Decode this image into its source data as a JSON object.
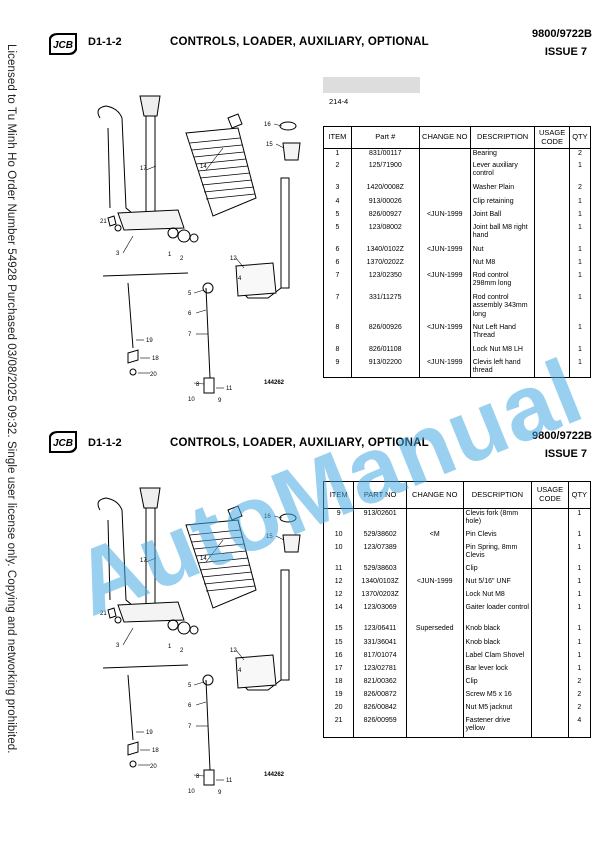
{
  "license_notice": "Licensed to Tu Minh Ho  Order Number 54928  Purchased 03/08/2025 09:32. Single user license only.  Copying and networking prohibited.",
  "watermark": "AutoManual",
  "colors": {
    "watermark": "#46aae1",
    "bar": "#dddddd"
  },
  "top": {
    "logo": "JCB",
    "section": "D1-1-2",
    "title": "CONTROLS, LOADER, AUXILIARY, OPTIONAL",
    "doc_number": "9800/9722B",
    "issue": "ISSUE 7",
    "ref": "214-4",
    "figure_id": "144262",
    "headers": {
      "item": "ITEM",
      "part": "Part #",
      "change": "CHANGE NO",
      "desc": "DESCRIPTION",
      "usage": "USAGE CODE",
      "qty": "QTY"
    },
    "rows": [
      {
        "item": "1",
        "part": "831/00117",
        "change": "",
        "desc": "Bearing",
        "usage": "",
        "qty": "2"
      },
      {
        "item": "2",
        "part": "125/71900",
        "change": "",
        "desc": "Lever auxiliary control",
        "usage": "",
        "qty": "1"
      },
      {
        "item": "3",
        "part": "1420/0008Z",
        "change": "",
        "desc": "Washer Plain",
        "usage": "",
        "qty": "2"
      },
      {
        "item": "4",
        "part": "913/00026",
        "change": "",
        "desc": "Clip retaining",
        "usage": "",
        "qty": "1"
      },
      {
        "item": "5",
        "part": "826/00927",
        "change": "<JUN-1999",
        "desc": "Joint Ball",
        "usage": "",
        "qty": "1"
      },
      {
        "item": "5",
        "part": "123/08002",
        "change": "",
        "desc": "Joint ball M8 right hand",
        "usage": "",
        "qty": "1"
      },
      {
        "item": "6",
        "part": "1340/0102Z",
        "change": "<JUN-1999",
        "desc": "Nut",
        "usage": "",
        "qty": "1"
      },
      {
        "item": "6",
        "part": "1370/0202Z",
        "change": "",
        "desc": "Nut M8",
        "usage": "",
        "qty": "1"
      },
      {
        "item": "7",
        "part": "123/02350",
        "change": "<JUN-1999",
        "desc": "Rod control 298mm long",
        "usage": "",
        "qty": "1"
      },
      {
        "item": "7",
        "part": "331/11275",
        "change": "",
        "desc": "Rod control assembly 343mm long",
        "usage": "",
        "qty": "1"
      },
      {
        "item": "8",
        "part": "826/00926",
        "change": "<JUN-1999",
        "desc": "Nut Left Hand Thread",
        "usage": "",
        "qty": "1"
      },
      {
        "item": "8",
        "part": "826/01108",
        "change": "",
        "desc": "Lock Nut M8 LH",
        "usage": "",
        "qty": "1"
      },
      {
        "item": "9",
        "part": "913/02200",
        "change": "<JUN-1999",
        "desc": "Clevis left hand thread",
        "usage": "",
        "qty": "1"
      }
    ]
  },
  "bottom": {
    "logo": "JCB",
    "section": "D1-1-2",
    "title": "CONTROLS, LOADER, AUXILIARY, OPTIONAL",
    "doc_number": "9800/9722B",
    "issue": "ISSUE 7",
    "figure_id": "144262",
    "headers": {
      "item": "ITEM",
      "part": "PART NO",
      "change": "CHANGE NO",
      "desc": "DESCRIPTION",
      "usage": "USAGE CODE",
      "qty": "QTY"
    },
    "rows": [
      {
        "item": "9",
        "part": "913/02601",
        "change": "",
        "desc": "Clevis fork (8mm hole)",
        "usage": "",
        "qty": "1"
      },
      {
        "item": "10",
        "part": "529/38602",
        "change": "<M",
        "desc": "Pin Clevis",
        "usage": "",
        "qty": "1"
      },
      {
        "item": "10",
        "part": "123/07389",
        "change": "",
        "desc": "Pin Spring, 8mm Clevis",
        "usage": "",
        "qty": "1"
      },
      {
        "item": "11",
        "part": "529/38603",
        "change": "",
        "desc": "Clip",
        "usage": "",
        "qty": "1"
      },
      {
        "item": "12",
        "part": "1340/0103Z",
        "change": "<JUN-1999",
        "desc": "Nut 5/16\" UNF",
        "usage": "",
        "qty": "1"
      },
      {
        "item": "12",
        "part": "1370/0203Z",
        "change": "",
        "desc": "Lock Nut M8",
        "usage": "",
        "qty": "1"
      },
      {
        "item": "14",
        "part": "123/03069",
        "change": "",
        "desc": "Gaiter loader control",
        "usage": "",
        "qty": "1"
      },
      {
        "item": "15",
        "part": "123/06411",
        "change": "Superseded",
        "desc": "Knob black",
        "usage": "",
        "qty": "1"
      },
      {
        "item": "15",
        "part": "331/36041",
        "change": "",
        "desc": "Knob black",
        "usage": "",
        "qty": "1"
      },
      {
        "item": "16",
        "part": "817/01074",
        "change": "",
        "desc": "Label Clam Shovel",
        "usage": "",
        "qty": "1"
      },
      {
        "item": "17",
        "part": "123/02781",
        "change": "",
        "desc": "Bar lever lock",
        "usage": "",
        "qty": "1"
      },
      {
        "item": "18",
        "part": "821/00362",
        "change": "",
        "desc": "Clip",
        "usage": "",
        "qty": "2"
      },
      {
        "item": "19",
        "part": "826/00872",
        "change": "",
        "desc": "Screw M5 x 16",
        "usage": "",
        "qty": "2"
      },
      {
        "item": "20",
        "part": "826/00842",
        "change": "",
        "desc": "Nut M5 jacknut",
        "usage": "",
        "qty": "2"
      },
      {
        "item": "21",
        "part": "826/00959",
        "change": "",
        "desc": "Fastener drive yellow",
        "usage": "",
        "qty": "4"
      }
    ]
  },
  "callouts": {
    "c1": "1",
    "c2": "2",
    "c3": "3",
    "c4": "4",
    "c5": "5",
    "c6": "6",
    "c7": "7",
    "c8": "8",
    "c9": "9",
    "c10": "10",
    "c11": "11",
    "c12": "12",
    "c14": "14",
    "c15": "15",
    "c16": "16",
    "c17": "17",
    "c18": "18",
    "c19": "19",
    "c20": "20",
    "c21": "21"
  }
}
